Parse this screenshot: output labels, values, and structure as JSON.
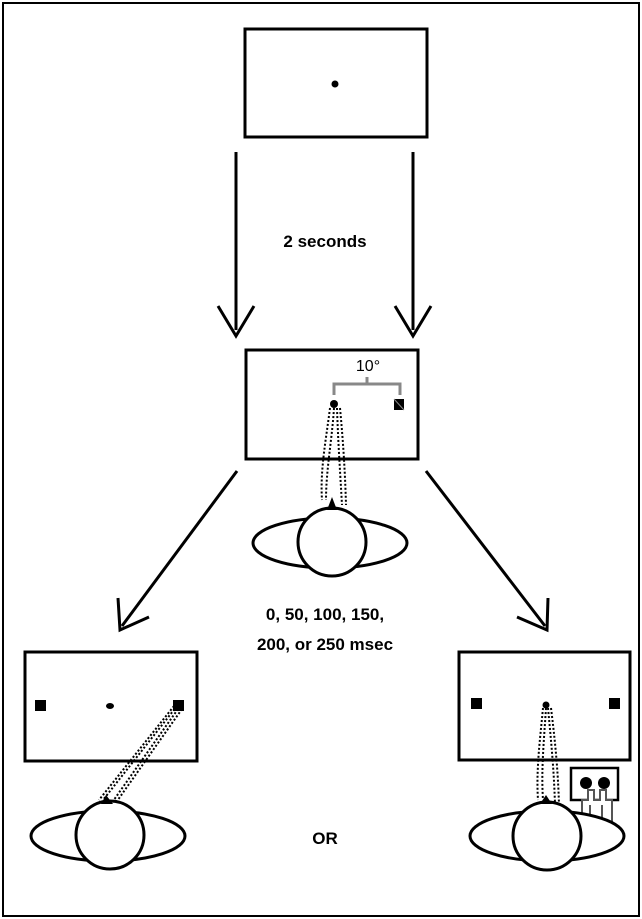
{
  "labels": {
    "delay_duration": "2 seconds",
    "angle": "10°",
    "soa_line1": "0, 50, 100, 150,",
    "soa_line2": "200, or 250 msec",
    "or_text": "OR"
  },
  "icons": {
    "fixation_point": "dot",
    "target": "square-target",
    "observer": "head-top-view",
    "gaze": "dashed-gaze-path",
    "response": "hand-button-press"
  },
  "colors": {
    "stroke": "#000000",
    "bracket": "#888888",
    "background": "#ffffff"
  }
}
